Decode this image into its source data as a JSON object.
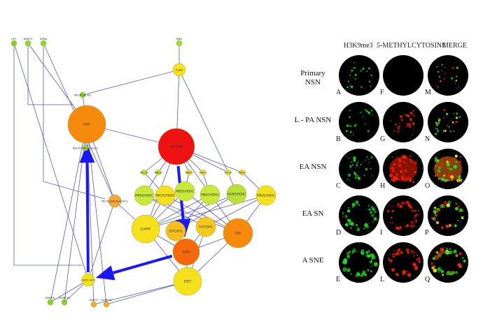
{
  "network": {
    "nodes": [
      {
        "id": "hp1",
        "label": "HP1",
        "color": "#7fd52a",
        "size": "tiny"
      },
      {
        "id": "dnmt2",
        "label": "DNMT2",
        "color": "#8ed834",
        "size": "tiny"
      },
      {
        "id": "smba",
        "label": "SMBA",
        "color": "#8ed834",
        "size": "tiny"
      },
      {
        "id": "mbd",
        "label": "MBD",
        "color": "#9fdc3a",
        "size": "tiny"
      },
      {
        "id": "nurd",
        "label": "NuRD",
        "color": "#f5e01c",
        "size": "small"
      },
      {
        "id": "mecp2nurd",
        "label": "MECP2/NuRD",
        "color": "#8ed834",
        "size": "tiny"
      },
      {
        "id": "dna",
        "label": "DNA",
        "color": "#f58a0c",
        "size": "large"
      },
      {
        "id": "mecp2trans",
        "label": "MECP2/transcription",
        "color": "#8ed834",
        "size": "tiny"
      },
      {
        "id": "histone",
        "label": "HISTONE",
        "color": "#ee1212",
        "size": "large"
      },
      {
        "id": "mecp2",
        "label": "MECP2",
        "color": "#c8e83a",
        "size": "tiny"
      },
      {
        "id": "mbd4",
        "label": "MBD4",
        "color": "#c8e83a",
        "size": "tiny"
      },
      {
        "id": "mbd3",
        "label": "MBD3",
        "color": "#e8e83a",
        "size": "tiny"
      },
      {
        "id": "mbd1",
        "label": "MBD1",
        "color": "#e8e83a",
        "size": "tiny"
      },
      {
        "id": "kaiso",
        "label": "KAISO",
        "color": "#e8e83a",
        "size": "tiny"
      },
      {
        "id": "mbd2",
        "label": "MBD2",
        "color": "#f0e030",
        "size": "tiny"
      },
      {
        "id": "mecp2sin3a",
        "label": "MECP2/SIN3A/HDACs",
        "color": "#f2a83a",
        "size": "small"
      },
      {
        "id": "mbd4hdac",
        "label": "MBD4/HDAC",
        "color": "#c8e83a",
        "size": "medium"
      },
      {
        "id": "mecp2hdac",
        "label": "MECP2/HDAC",
        "color": "#f5e01c",
        "size": "medium"
      },
      {
        "id": "mbd3hdac",
        "label": "MBD3/HDAC",
        "color": "#c8e83a",
        "size": "medium"
      },
      {
        "id": "mbd1hdac",
        "label": "MBD1/HDAC",
        "color": "#c8e83a",
        "size": "medium"
      },
      {
        "id": "kaisohdac",
        "label": "KAISO/HDAC",
        "color": "#b8e038",
        "size": "medium"
      },
      {
        "id": "mbd2hdac",
        "label": "MBD2/HDAC",
        "color": "#f5e01c",
        "size": "medium"
      },
      {
        "id": "euhmt",
        "label": "EuHMT",
        "color": "#f5e01c",
        "size": "large"
      },
      {
        "id": "suv39h2",
        "label": "SUV39H2",
        "color": "#f5c01c",
        "size": "medium"
      },
      {
        "id": "suv39h1",
        "label": "SUV39H1",
        "color": "#f5c81c",
        "size": "medium"
      },
      {
        "id": "g9a",
        "label": "G9A",
        "color": "#f58a0c",
        "size": "large"
      },
      {
        "id": "h3k9",
        "label": "H3K9",
        "color": "#f5680c",
        "size": "large"
      },
      {
        "id": "h3k9hp1",
        "label": "H3K9+HP1",
        "color": "#f5e01c",
        "size": "small"
      },
      {
        "id": "eset",
        "label": "ESET",
        "color": "#f5e01c",
        "size": "large"
      },
      {
        "id": "dnmt3l",
        "label": "DNMT3L",
        "color": "#7fd52a",
        "size": "tiny"
      },
      {
        "id": "dnmt3b",
        "label": "DNMT3B",
        "color": "#7fd52a",
        "size": "tiny"
      },
      {
        "id": "dnmt1",
        "label": "DNMT1",
        "color": "#f2a83a",
        "size": "tiny"
      },
      {
        "id": "dnmt3a",
        "label": "DNMT3A",
        "color": "#f2a83a",
        "size": "tiny"
      }
    ],
    "arrow_color": "#1a1aee",
    "edge_color": "#5a5ab4"
  },
  "microscopy": {
    "columns": [
      "H3K9me3",
      "5-METHYLCYTOSINE",
      "MERGE"
    ],
    "rows": [
      {
        "label": "Primary NSN",
        "letters": [
          "A",
          "F",
          "M"
        ]
      },
      {
        "label": "L - PA NSN",
        "letters": [
          "B",
          "G",
          "N"
        ]
      },
      {
        "label": "EA NSN",
        "letters": [
          "C",
          "H",
          "O"
        ]
      },
      {
        "label": "EA SN",
        "letters": [
          "D",
          "I",
          "P"
        ]
      },
      {
        "label": "A SNE",
        "letters": [
          "E",
          "L",
          "Q"
        ]
      }
    ],
    "colors": {
      "green": "#22dd22",
      "red": "#ff2200",
      "yellow": "#f0e020"
    }
  }
}
